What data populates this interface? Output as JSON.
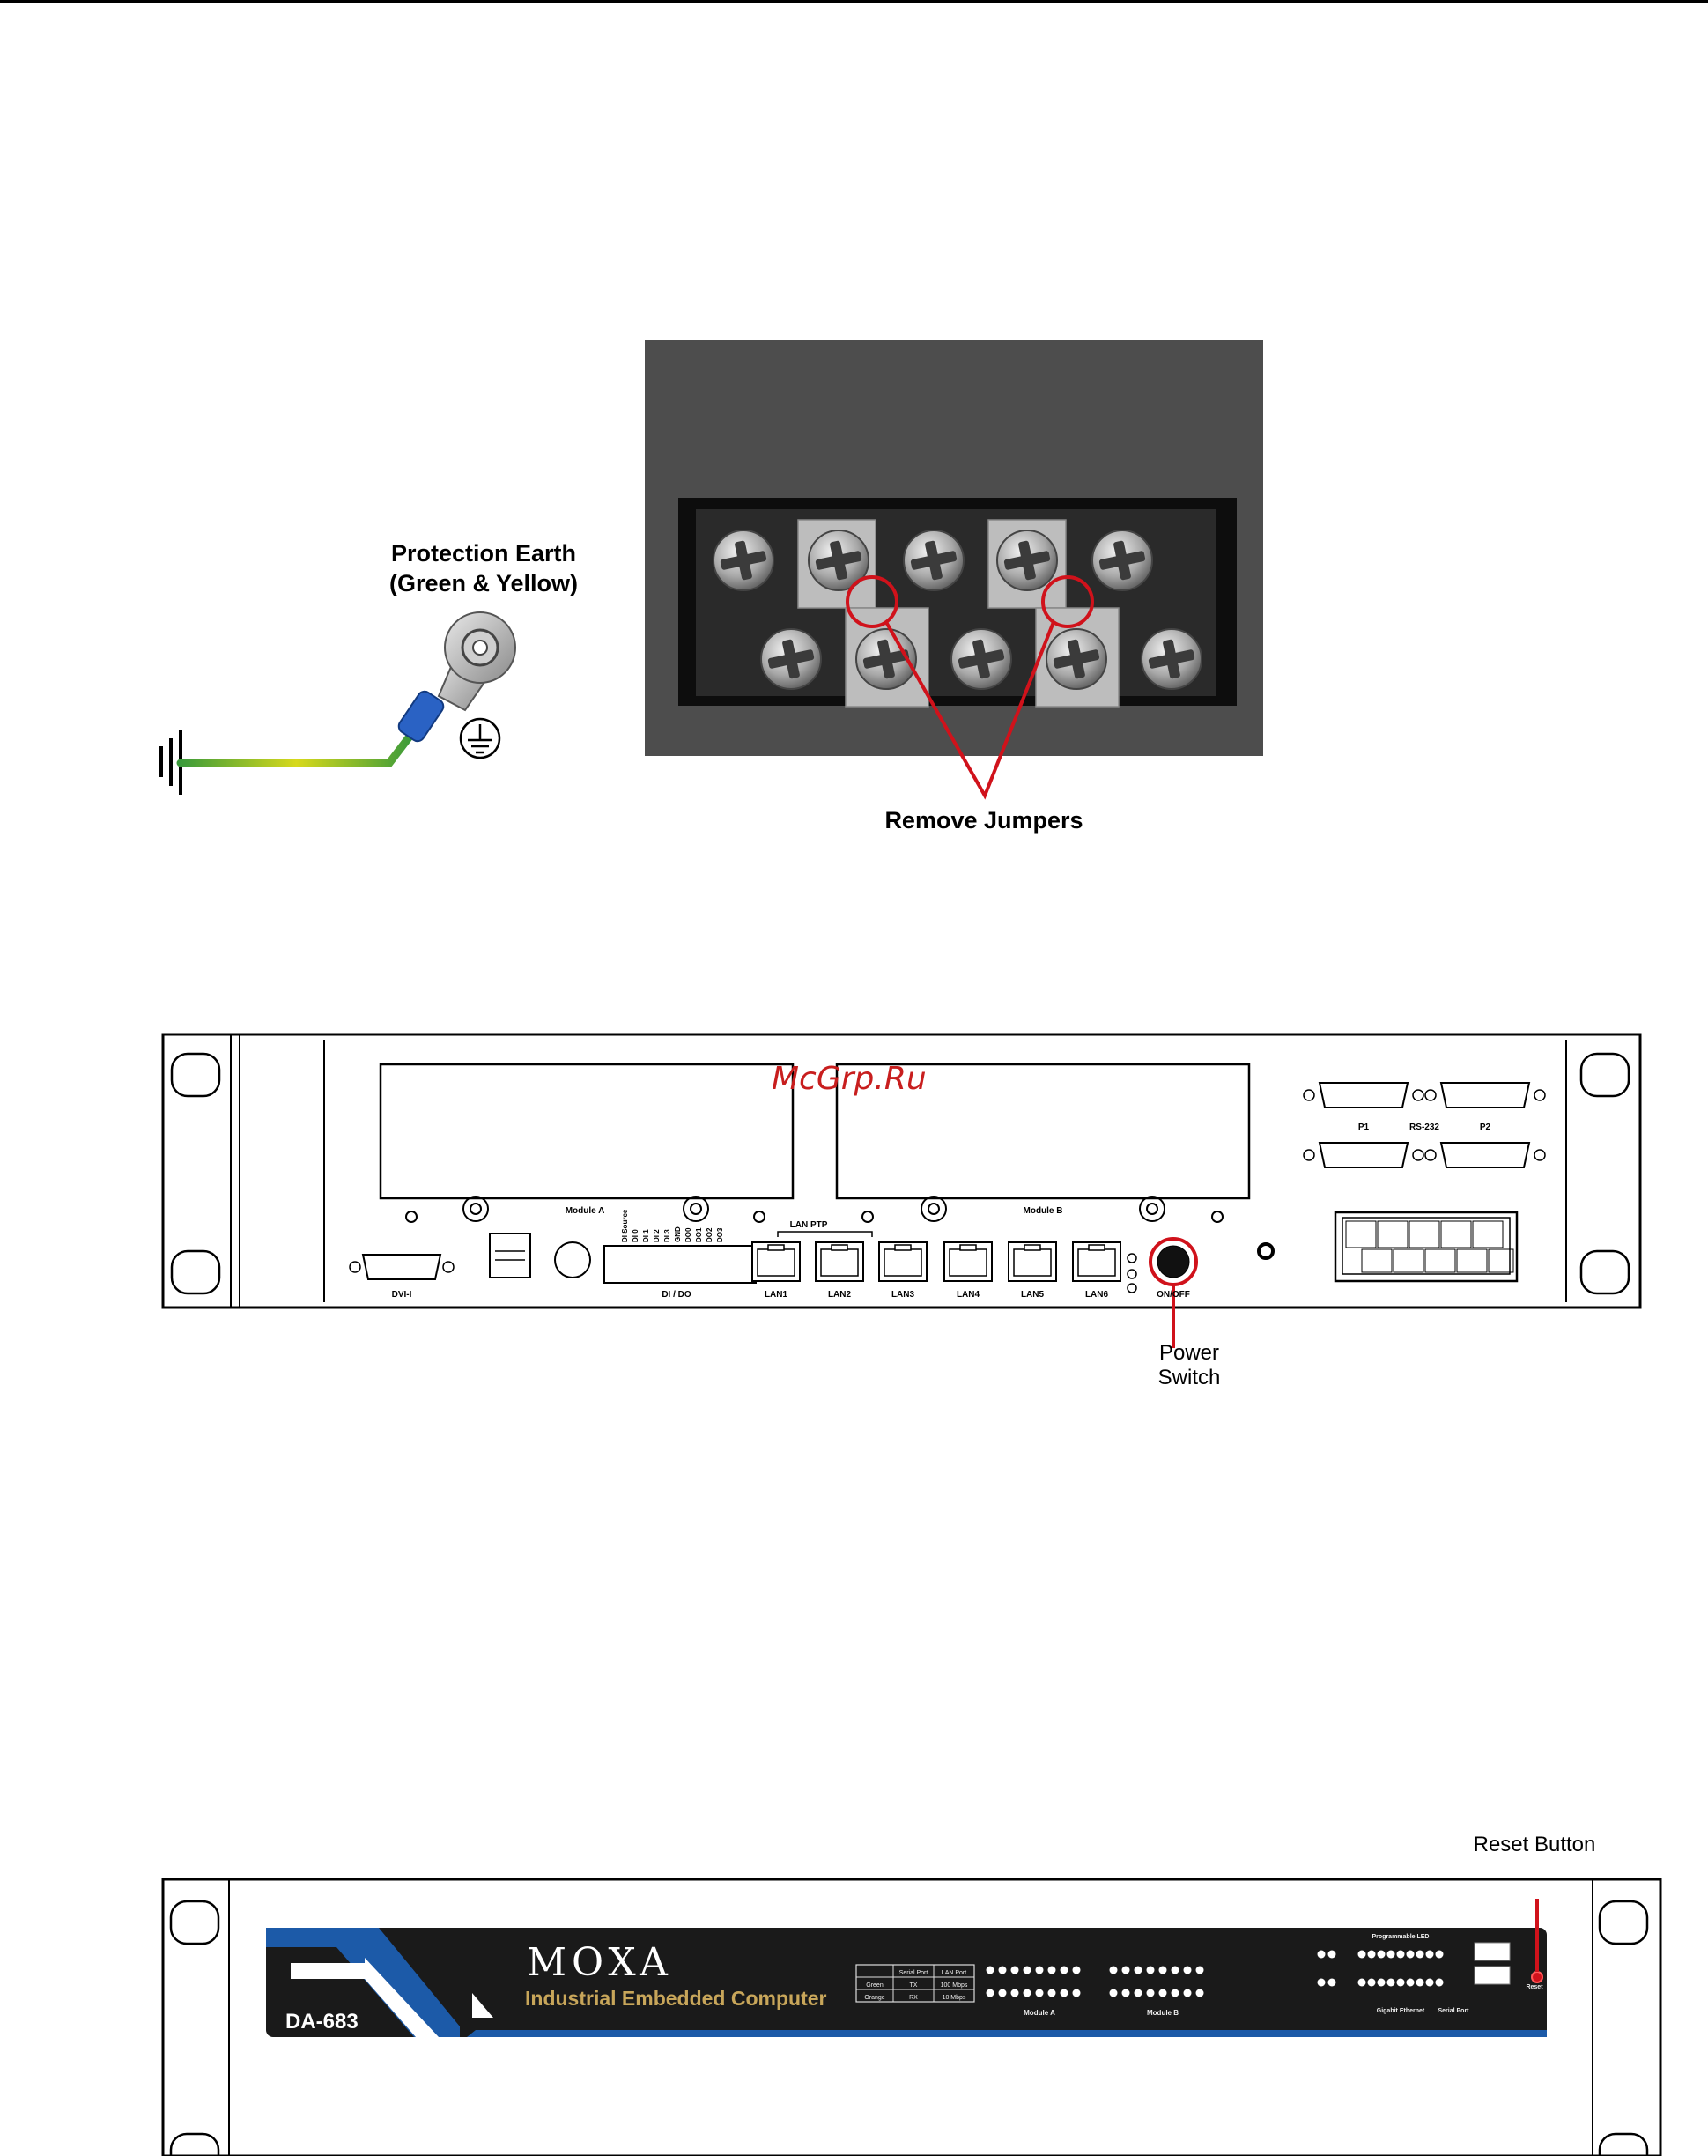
{
  "figure1": {
    "pe_label_line1": "Protection Earth",
    "pe_label_line2": "(Green & Yellow)",
    "jumper_label": "Remove Jumpers"
  },
  "figure2": {
    "watermark": "McGrp.Ru",
    "module_a": "Module A",
    "module_b": "Module B",
    "rs232": "RS-232",
    "p1": "P1",
    "p2": "P2",
    "dio_pins": [
      "DI Source",
      "DI 0",
      "DI 1",
      "DI 2",
      "DI 3",
      "GND",
      "DO0",
      "DO1",
      "DO2",
      "DO3"
    ],
    "lan_ptp": "LAN PTP",
    "ports": [
      "DVI-I",
      "DI / DO",
      "LAN1",
      "LAN2",
      "LAN3",
      "LAN4",
      "LAN5",
      "LAN6",
      "ON/OFF"
    ],
    "callout_line1": "Power",
    "callout_line2": "Switch"
  },
  "figure3": {
    "brand": "MOXA",
    "subtitle": "Industrial Embedded Computer",
    "model": "DA-683",
    "callout": "Reset Button",
    "table_headers": [
      "Serial Port",
      "LAN Port"
    ],
    "table_rows": [
      [
        "Green",
        "TX",
        "100 Mbps"
      ],
      [
        "Orange",
        "RX",
        "10 Mbps"
      ]
    ],
    "module_a": "Module A",
    "module_b": "Module B",
    "prog_led": "Programmable LED",
    "gigabit": "Gigabit Ethernet",
    "serial_port": "Serial Port",
    "reset": "Reset"
  },
  "colors": {
    "callout_red": "#d0121b",
    "moxa_blue": "#1c5aa8",
    "panel_black": "#1a1a1a"
  }
}
